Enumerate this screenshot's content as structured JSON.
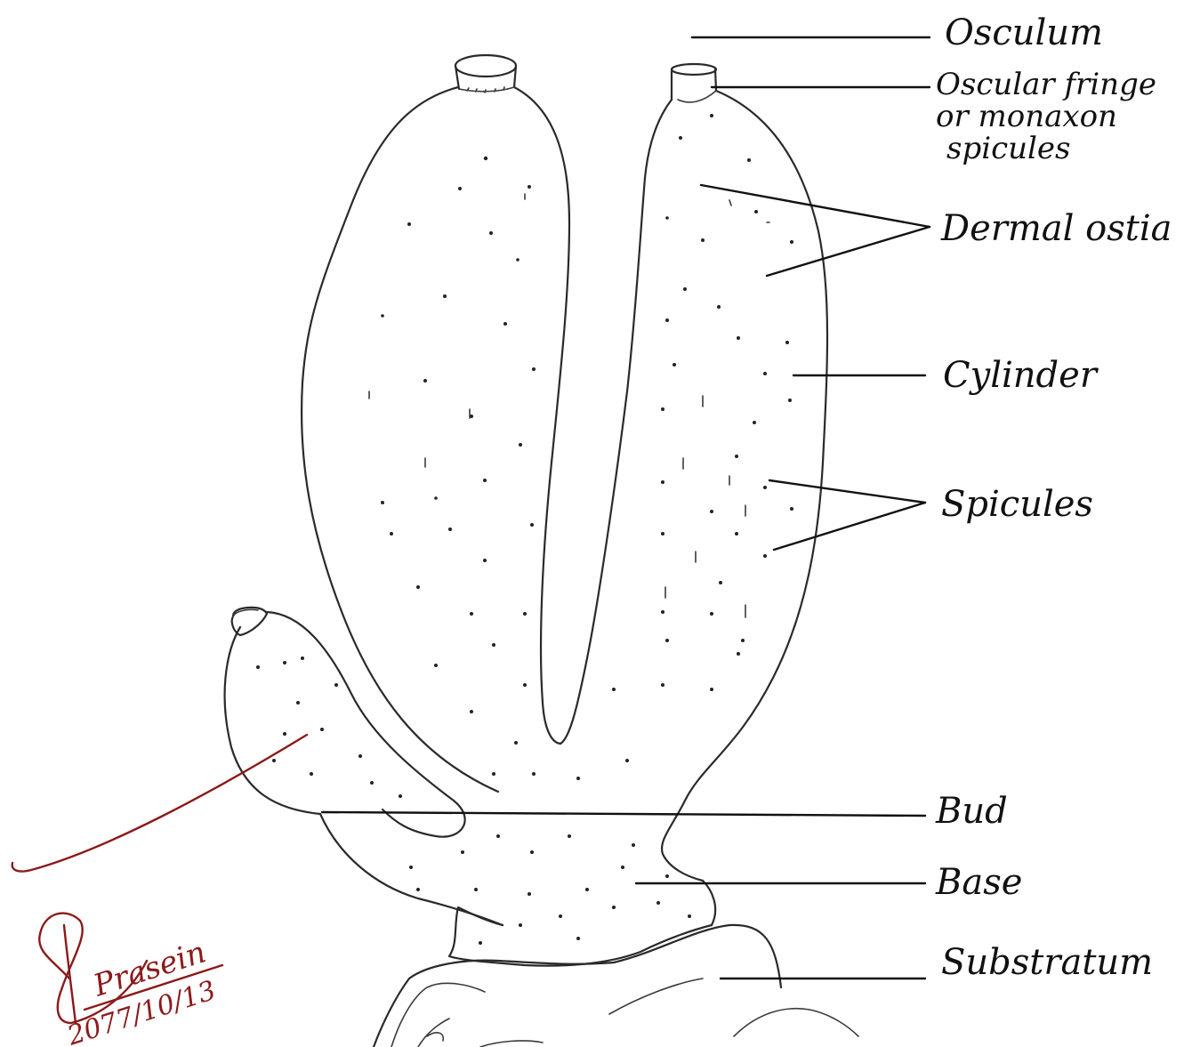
{
  "labels": {
    "osculum": "Osculum",
    "oscular_fringe_line1": "Oscular fringe",
    "oscular_fringe_line2": "or monaxon",
    "oscular_fringe_line3": "spicules",
    "dermal_ostia": "Dermal ostia",
    "cylinder": "Cylinder",
    "spicules": "Spicules",
    "bud": "Bud",
    "base": "Base",
    "substratum": "Substratum"
  },
  "signature": {
    "name": "Prasein",
    "date": "2077/10/13",
    "ink_color": "#8b1a1a"
  }
}
